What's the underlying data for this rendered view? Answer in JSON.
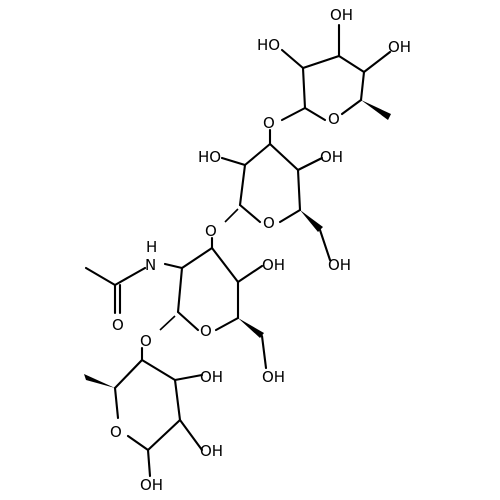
{
  "molecule": {
    "labels": {
      "oh_top_left": "HO",
      "oh_top_mid": "OH",
      "oh_top_right": "OH",
      "o_fucose_top_ring": "O",
      "o_link_top": "O",
      "oh_mid_left": "HO",
      "oh_mid_right": "OH",
      "o_gal_ring": "O",
      "oh_ch2_mid": "OH",
      "o_link_mid": "O",
      "nh": "N",
      "h_of_nh": "H",
      "o_carbonyl": "O",
      "oh_glc_right": "OH",
      "o_glc_ring": "O",
      "oh_ch2_low": "OH",
      "o_link_low": "O",
      "oh_bot_fuc_1": "OH",
      "o_bot_ring": "O",
      "oh_bot_fuc_2": "OH",
      "oh_anomeric": "OH"
    }
  }
}
